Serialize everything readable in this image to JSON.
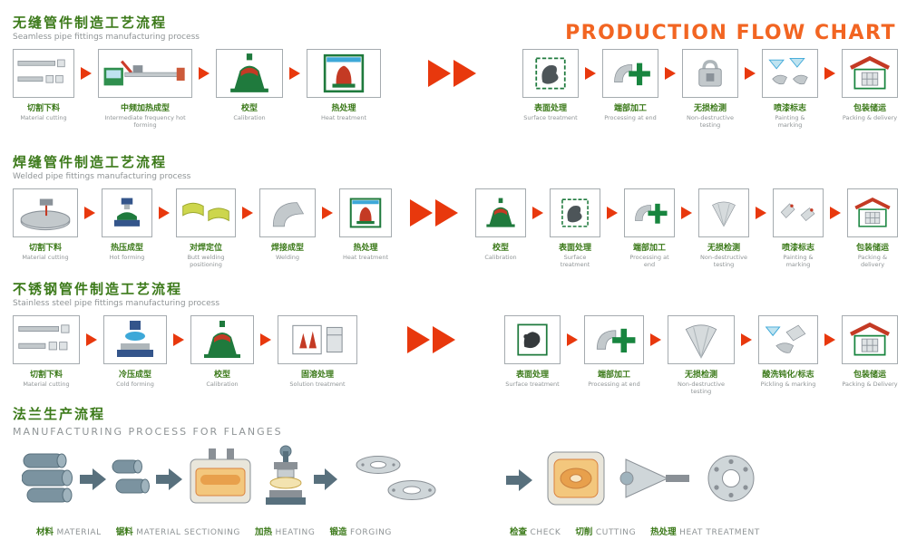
{
  "page_title": "PRODUCTION FLOW CHART",
  "colors": {
    "accent_orange": "#f26522",
    "arrow_red": "#e8380d",
    "header_green": "#3c7a1a",
    "text_gray": "#8f9496"
  },
  "sections": [
    {
      "title_cn": "无缝管件制造工艺流程",
      "title_en": "Seamless pipe fittings manufacturing process",
      "left_steps": [
        {
          "cn": "切割下料",
          "en": "Material cutting",
          "icon": "material-cutting"
        },
        {
          "cn": "中频加热成型",
          "en": "Intermediate frequency hot forming",
          "icon": "induction-heating-machine"
        },
        {
          "cn": "校型",
          "en": "Calibration",
          "icon": "calibration-press"
        },
        {
          "cn": "热处理",
          "en": "Heat treatment",
          "icon": "heat-treatment-furnace"
        }
      ],
      "right_steps": [
        {
          "cn": "表面处理",
          "en": "Surface treatment",
          "icon": "surface-treatment"
        },
        {
          "cn": "端部加工",
          "en": "Processing at end",
          "icon": "end-processing"
        },
        {
          "cn": "无损检测",
          "en": "Non-destructive testing",
          "icon": "ndt-device"
        },
        {
          "cn": "喷漆标志",
          "en": "Painting & marking",
          "icon": "painting-marking"
        },
        {
          "cn": "包装储运",
          "en": "Packing & delivery",
          "icon": "packing-delivery"
        }
      ]
    },
    {
      "title_cn": "焊缝管件制造工艺流程",
      "title_en": "Welded pipe fittings manufacturing process",
      "left_steps": [
        {
          "cn": "切割下料",
          "en": "Material cutting",
          "icon": "plate-cutting"
        },
        {
          "cn": "热压成型",
          "en": "Hot forming",
          "icon": "hot-forming-press"
        },
        {
          "cn": "对焊定位",
          "en": "Butt welding positioning",
          "icon": "butt-welding"
        },
        {
          "cn": "焊接成型",
          "en": "Welding",
          "icon": "welded-elbow"
        },
        {
          "cn": "热处理",
          "en": "Heat treatment",
          "icon": "heat-treatment-furnace"
        }
      ],
      "right_steps": [
        {
          "cn": "校型",
          "en": "Calibration",
          "icon": "calibration-press"
        },
        {
          "cn": "表面处理",
          "en": "Surface treatment",
          "icon": "surface-treatment"
        },
        {
          "cn": "端部加工",
          "en": "Processing at end",
          "icon": "end-processing"
        },
        {
          "cn": "无损检测",
          "en": "Non-destructive testing",
          "icon": "ndt-fan"
        },
        {
          "cn": "喷漆标志",
          "en": "Painting & marking",
          "icon": "marking-spray"
        },
        {
          "cn": "包装储运",
          "en": "Packing & delivery",
          "icon": "packing-delivery"
        }
      ]
    },
    {
      "title_cn": "不锈钢管件制造工艺流程",
      "title_en": "Stainless steel pipe fittings manufacturing process",
      "left_steps": [
        {
          "cn": "切割下料",
          "en": "Material cutting",
          "icon": "material-cutting"
        },
        {
          "cn": "冷压成型",
          "en": "Cold forming",
          "icon": "cold-forming-press"
        },
        {
          "cn": "校型",
          "en": "Calibration",
          "icon": "calibration-press"
        },
        {
          "cn": "固溶处理",
          "en": "Solution treatment",
          "icon": "solution-treatment"
        }
      ],
      "right_steps": [
        {
          "cn": "表面处理",
          "en": "Surface treatment",
          "icon": "surface-treatment-dark"
        },
        {
          "cn": "端部加工",
          "en": "Processing at end",
          "icon": "end-processing"
        },
        {
          "cn": "无损检测",
          "en": "Non-destructive testing",
          "icon": "ndt-fan"
        },
        {
          "cn": "酸洗钝化/标志",
          "en": "Pickling & marking",
          "icon": "pickling-marking"
        },
        {
          "cn": "包装储运",
          "en": "Packing & Delivery",
          "icon": "packing-delivery"
        }
      ]
    }
  ],
  "flange": {
    "title_cn": "法兰生产流程",
    "title_en": "MANUFACTURING PROCESS FOR FLANGES",
    "icons_left": [
      "raw-material-cylinders",
      "flow-arrow",
      "sectioned-billets",
      "flow-arrow",
      "heating-furnace",
      "forging-press",
      "forged-flanges"
    ],
    "icons_right": [
      "flow-arrow",
      "inspection-station",
      "cutting-lathe",
      "finished-flange"
    ],
    "left_labels": [
      {
        "cn": "材料",
        "en": "MATERIAL"
      },
      {
        "cn": "锯料",
        "en": "MATERIAL SECTIONING"
      },
      {
        "cn": "加热",
        "en": "HEATING"
      },
      {
        "cn": "锻造",
        "en": "FORGING"
      }
    ],
    "right_labels": [
      {
        "cn": "检查",
        "en": "CHECK"
      },
      {
        "cn": "切削",
        "en": "CUTTING"
      },
      {
        "cn": "热处理",
        "en": "HEAT TREATMENT"
      }
    ]
  }
}
